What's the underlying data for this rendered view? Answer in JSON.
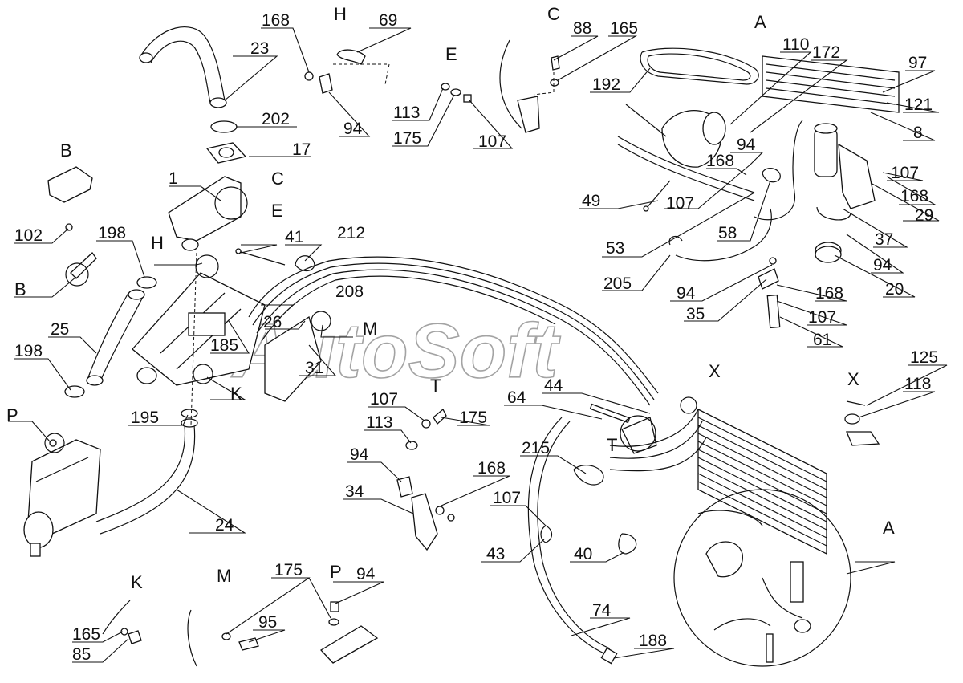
{
  "watermark": "AutoSoft",
  "view_letters": {
    "H_top": "H",
    "E_top": "E",
    "C_top": "C",
    "A_top": "A",
    "B_detail": "B",
    "B_ref": "B",
    "C_ref": "C",
    "E_ref": "E",
    "H_ref": "H",
    "K_ref": "K",
    "M_ref": "M",
    "T_top": "T",
    "T_ref": "T",
    "X_ref": "X",
    "X_detail": "X",
    "A_ref": "A",
    "P_ref": "P",
    "K_detail": "K",
    "M_detail": "M",
    "P_detail": "P"
  },
  "callouts": {
    "c168_top": "168",
    "c69": "69",
    "c88": "88",
    "c165_top": "165",
    "c110": "110",
    "c172": "172",
    "c23": "23",
    "c97": "97",
    "c192": "192",
    "c121": "121",
    "c113_top": "113",
    "c175_top": "175",
    "c107_top": "107",
    "c8": "8",
    "c202": "202",
    "c94_top": "94",
    "c94_right": "94",
    "c17": "17",
    "c168_right": "168",
    "c107_right": "107",
    "c1": "1",
    "c49": "49",
    "c107_mid": "107",
    "c168_right2": "168",
    "c29": "29",
    "c212": "212",
    "c41": "41",
    "c102": "102",
    "c198_top": "198",
    "c37": "37",
    "c53": "53",
    "c58": "58",
    "c94_r2": "94",
    "c20": "20",
    "c205": "205",
    "c208": "208",
    "c94_r3": "94",
    "c168_r3": "168",
    "c35": "35",
    "c107_r3": "107",
    "c25": "25",
    "c26": "26",
    "c61": "61",
    "c198_low": "198",
    "c185": "185",
    "c31": "31",
    "c125": "125",
    "c118": "118",
    "c44": "44",
    "c64": "64",
    "c107_t": "107",
    "c175_t": "175",
    "c113_t": "113",
    "c195": "195",
    "c215": "215",
    "c94_mid": "94",
    "c168_mid": "168",
    "c34": "34",
    "c107_low": "107",
    "c24": "24",
    "c43": "43",
    "c40": "40",
    "c175_bot": "175",
    "c94_bot": "94",
    "c74": "74",
    "c95": "95",
    "c165_bot": "165",
    "c188": "188",
    "c85": "85"
  }
}
